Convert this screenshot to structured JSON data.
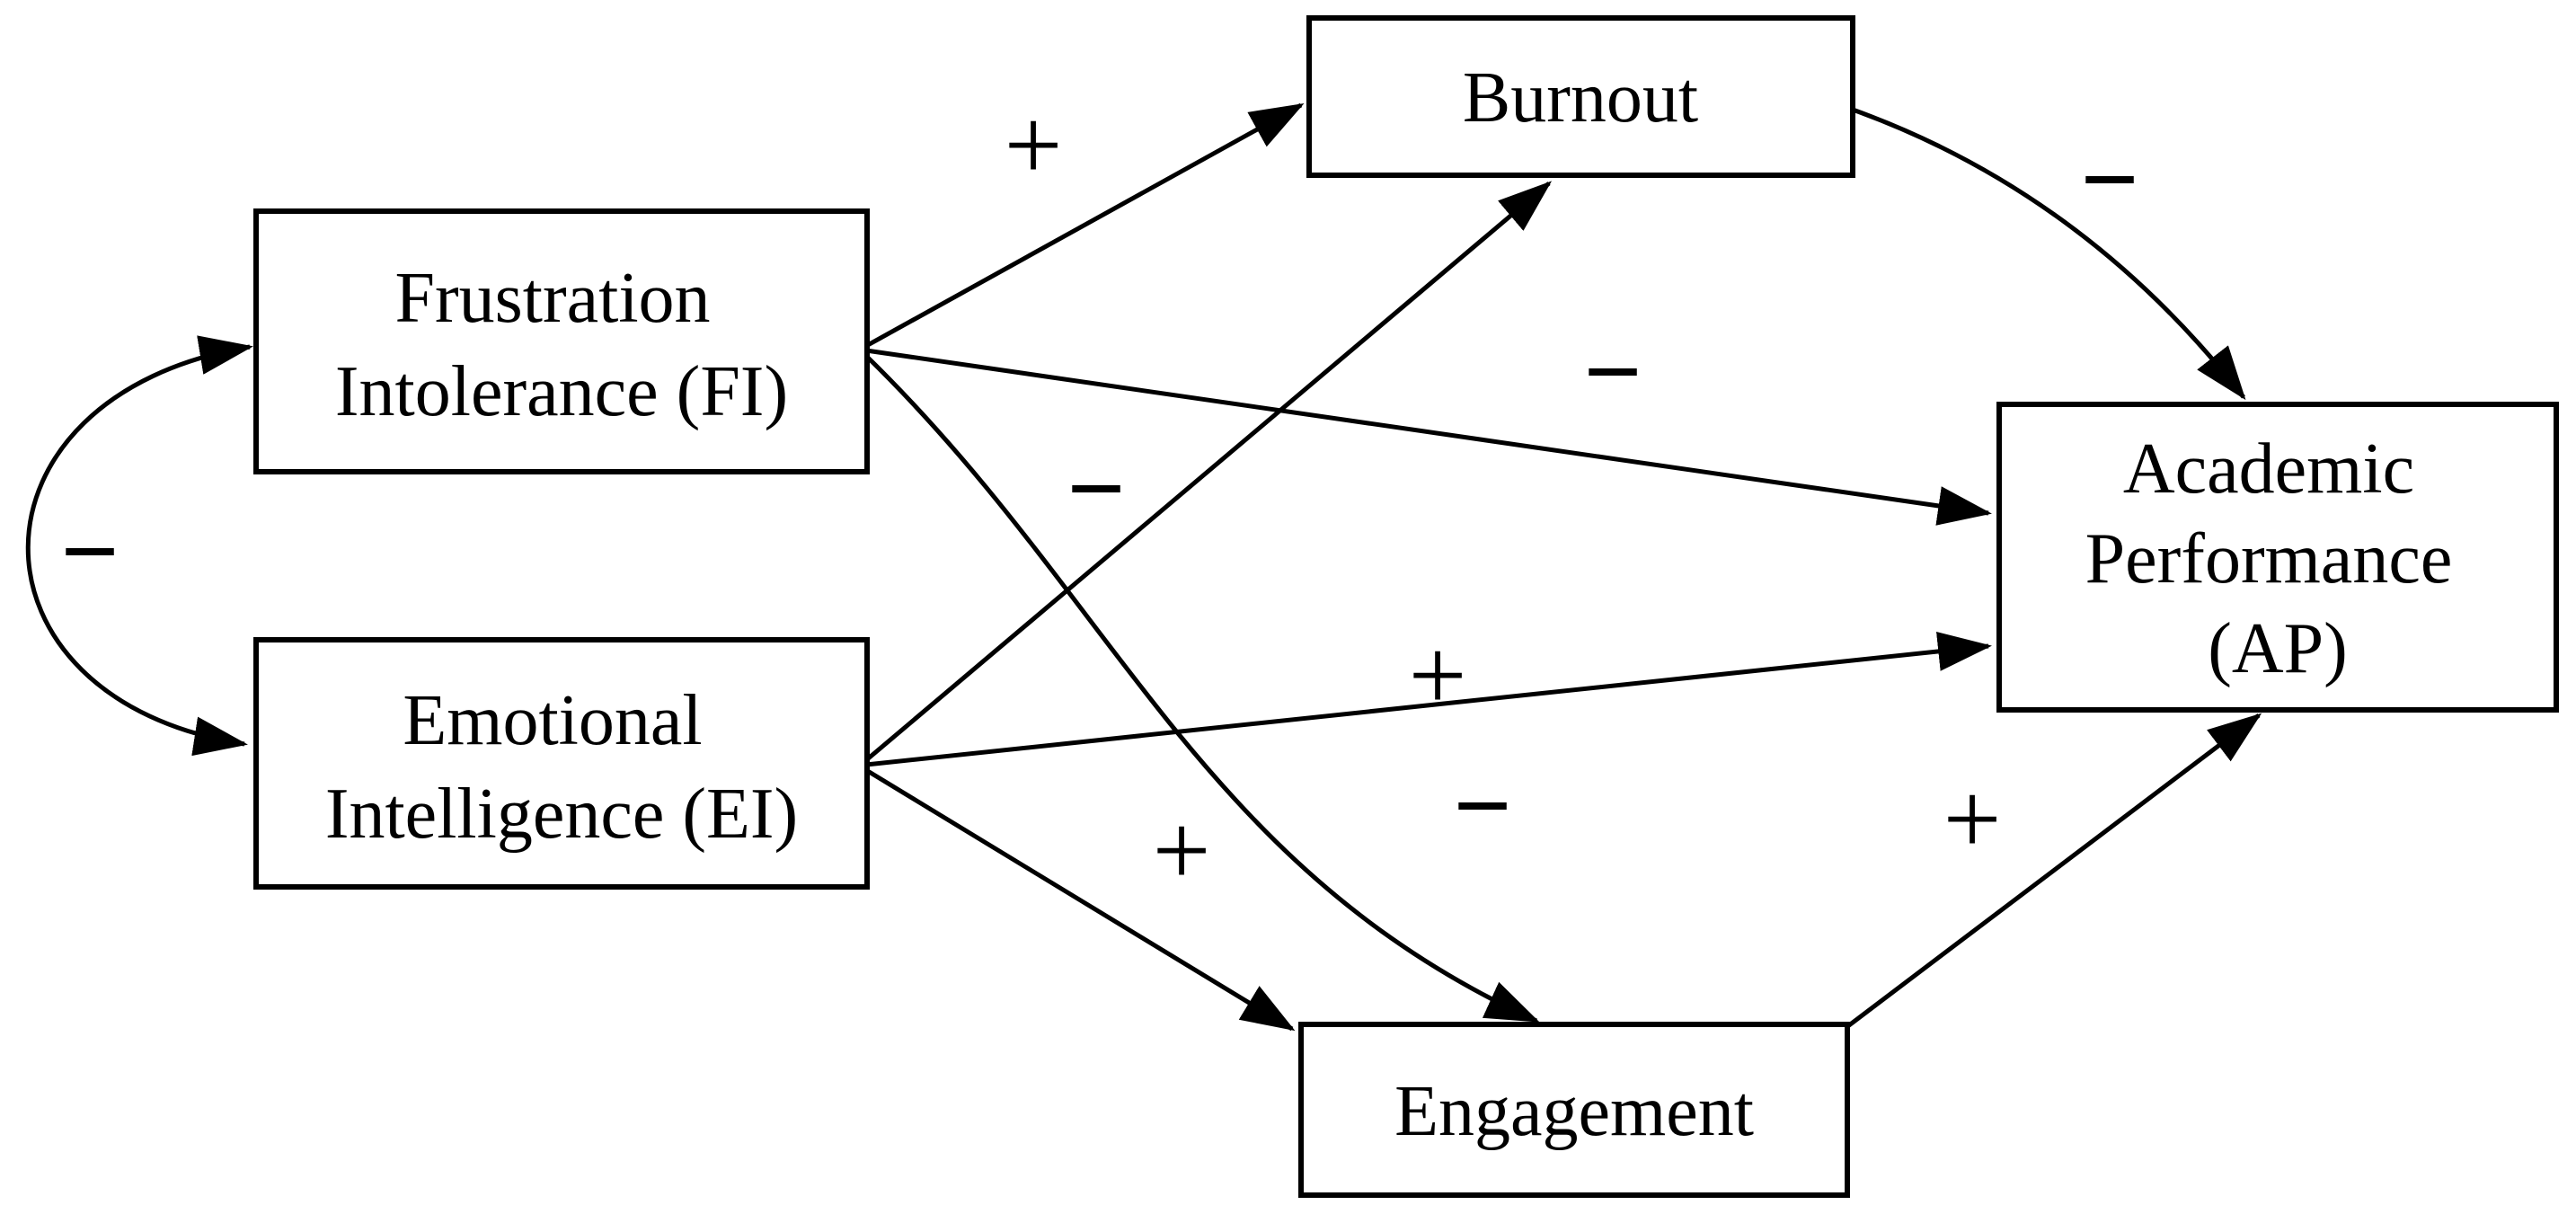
{
  "diagram": {
    "type": "path-model-diagram",
    "colors": {
      "ink": "#000000",
      "background": "#ffffff"
    },
    "nodes": {
      "fi": {
        "line1": "Frustration",
        "line2": "Intolerance (FI)"
      },
      "ei": {
        "line1": "Emotional",
        "line2": "Intelligence (EI)"
      },
      "burnout": {
        "label": "Burnout"
      },
      "engagement": {
        "label": "Engagement"
      },
      "ap": {
        "line1": "Academic",
        "line2": "Performance",
        "line3": "(AP)"
      }
    },
    "signs": {
      "fi_ei_covariance": "−",
      "fi_burnout": "+",
      "fi_ap": "−",
      "fi_engagement": "−",
      "ei_burnout": "−",
      "ei_ap": "+",
      "ei_engagement": "+",
      "burnout_ap": "−",
      "engagement_ap": "+"
    },
    "edges": [
      {
        "from": "Frustration Intolerance (FI)",
        "to": "Burnout",
        "sign": "+",
        "type": "directed"
      },
      {
        "from": "Frustration Intolerance (FI)",
        "to": "Academic Performance (AP)",
        "sign": "−",
        "type": "directed"
      },
      {
        "from": "Frustration Intolerance (FI)",
        "to": "Engagement",
        "sign": "−",
        "type": "directed"
      },
      {
        "from": "Emotional Intelligence (EI)",
        "to": "Burnout",
        "sign": "−",
        "type": "directed"
      },
      {
        "from": "Emotional Intelligence (EI)",
        "to": "Academic Performance (AP)",
        "sign": "+",
        "type": "directed"
      },
      {
        "from": "Emotional Intelligence (EI)",
        "to": "Engagement",
        "sign": "+",
        "type": "directed"
      },
      {
        "from": "Burnout",
        "to": "Academic Performance (AP)",
        "sign": "−",
        "type": "directed"
      },
      {
        "from": "Engagement",
        "to": "Academic Performance (AP)",
        "sign": "+",
        "type": "directed"
      },
      {
        "from": "Frustration Intolerance (FI)",
        "to": "Emotional Intelligence (EI)",
        "sign": "−",
        "type": "covariance-double-headed"
      }
    ]
  }
}
